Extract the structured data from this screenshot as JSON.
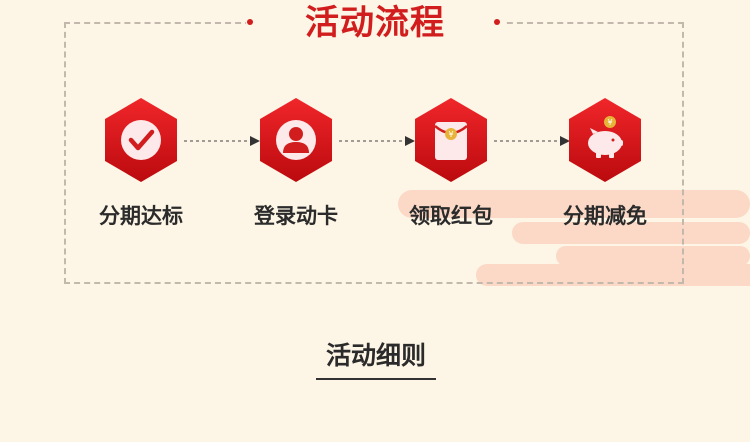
{
  "section_title": "活动流程",
  "steps": [
    {
      "label": "分期达标",
      "icon": "check-circle-icon"
    },
    {
      "label": "登录动卡",
      "icon": "user-avatar-icon"
    },
    {
      "label": "领取红包",
      "icon": "red-envelope-icon"
    },
    {
      "label": "分期减免",
      "icon": "piggy-bank-icon"
    }
  ],
  "rules_title": "活动细则",
  "colors": {
    "accent": "#d11d1d",
    "background": "#fdf5e5",
    "cloud": "#fbd9c6"
  }
}
